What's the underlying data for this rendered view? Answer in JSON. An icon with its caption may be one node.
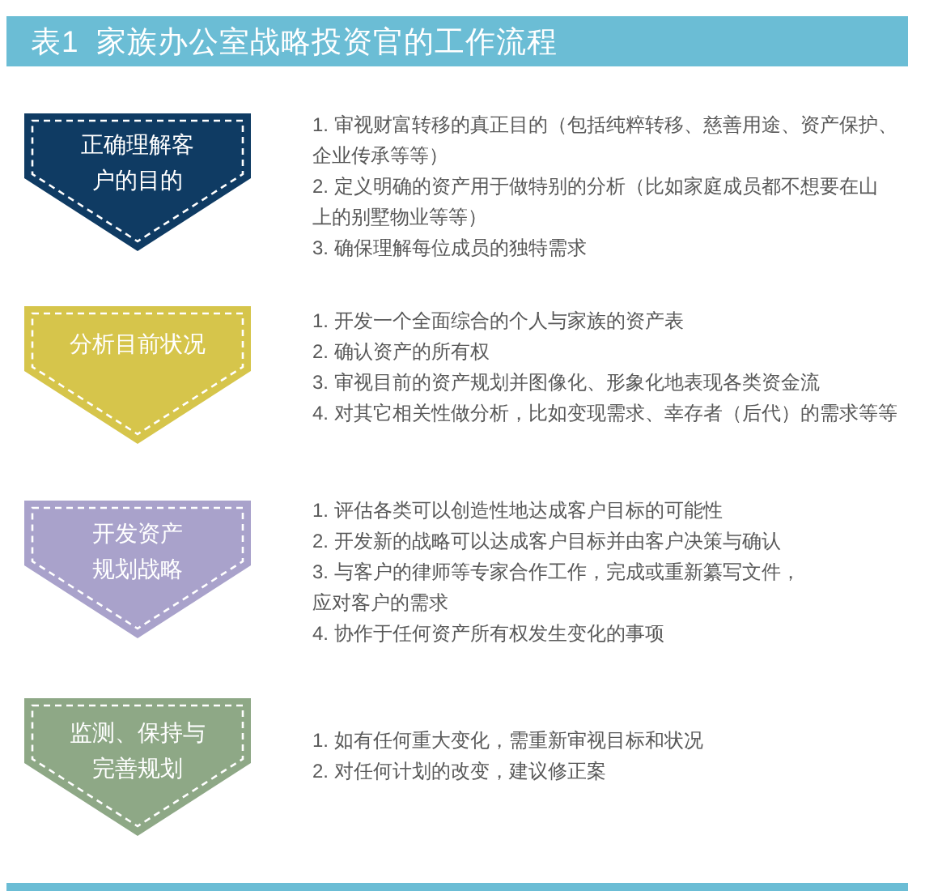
{
  "diagram": {
    "title": "表1 家族办公室战略投资官的工作流程",
    "nodes": [
      {
        "text": [
          "正确理解客户的目的"
        ],
        "beside": [
          "1. 审视财富转移的真正目的（包括纯粹转移、慈善用途、资产保护、企业传承等等）",
          "2. 定义明确的资产用于做特别的分析（比如家庭成员都不想要在山上的别墅物业等等）",
          "3. 确保理解每位成员的独特需求"
        ]
      },
      {
        "text": [
          "分析目前状况"
        ],
        "beside": [
          "1. 开发一个全面综合的个人与家族的资产表",
          "2. 确认资产的所有权",
          "3. 审视目前的资产规划并图像化、形象化地表现各类资金流",
          "4. 对其它相关性做分析，比如变现需求、幸存者（后代）的需求等等"
        ]
      },
      {
        "text": [
          "开发资产规划战略"
        ],
        "beside": [
          "1. 评估各类可以创造性地达成客户目标的可能性",
          "2. 开发新的战略可以达成客户目标并由客户决策与确认",
          "3. 与客户的律师等专家合作工作，完成或重新纂写文件，应对客户的需求",
          "4. 协作于任何资产所有权发生变化的事项"
        ]
      },
      {
        "text": [
          "监测、保持与完善规划"
        ],
        "beside": [
          "1. 如有任何重大变化，需重新审视目标和状况",
          "2. 对任何计划的改变，建议修正案"
        ]
      }
    ]
  }
}
